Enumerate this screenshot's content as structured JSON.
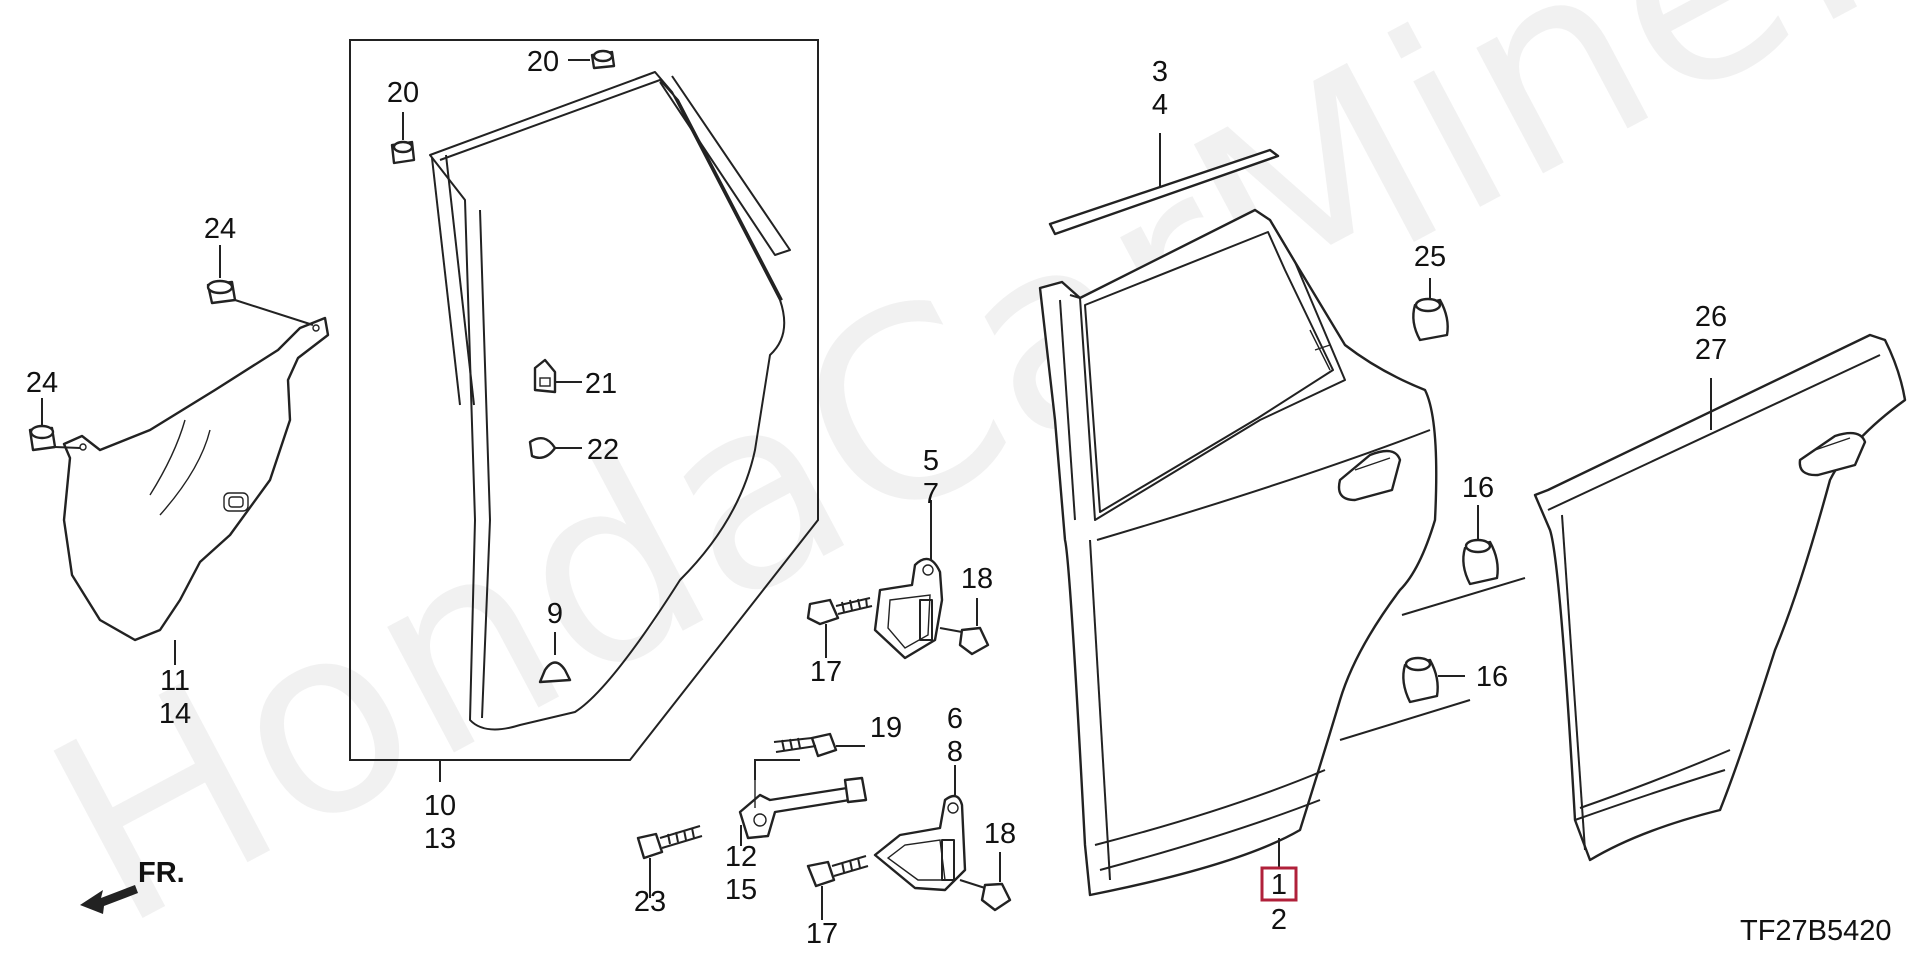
{
  "watermark": "HondaCarMine.ru",
  "catalog_code": "TF27B5420",
  "front_indicator": "FR.",
  "highlighted_callout": "1",
  "callouts": {
    "c1": "1",
    "c2": "2",
    "c3": "3",
    "c4": "4",
    "c5": "5",
    "c6": "6",
    "c7": "7",
    "c8": "8",
    "c9": "9",
    "c10": "10",
    "c11": "11",
    "c12": "12",
    "c13": "13",
    "c14": "14",
    "c15": "15",
    "c16a": "16",
    "c16b": "16",
    "c17a": "17",
    "c17b": "17",
    "c18a": "18",
    "c18b": "18",
    "c19": "19",
    "c20a": "20",
    "c20b": "20",
    "c21": "21",
    "c22": "22",
    "c23": "23",
    "c24a": "24",
    "c24b": "24",
    "c25": "25",
    "c26": "26",
    "c27": "27"
  },
  "colors": {
    "highlight_box": "#b0203a",
    "line": "#222222"
  }
}
